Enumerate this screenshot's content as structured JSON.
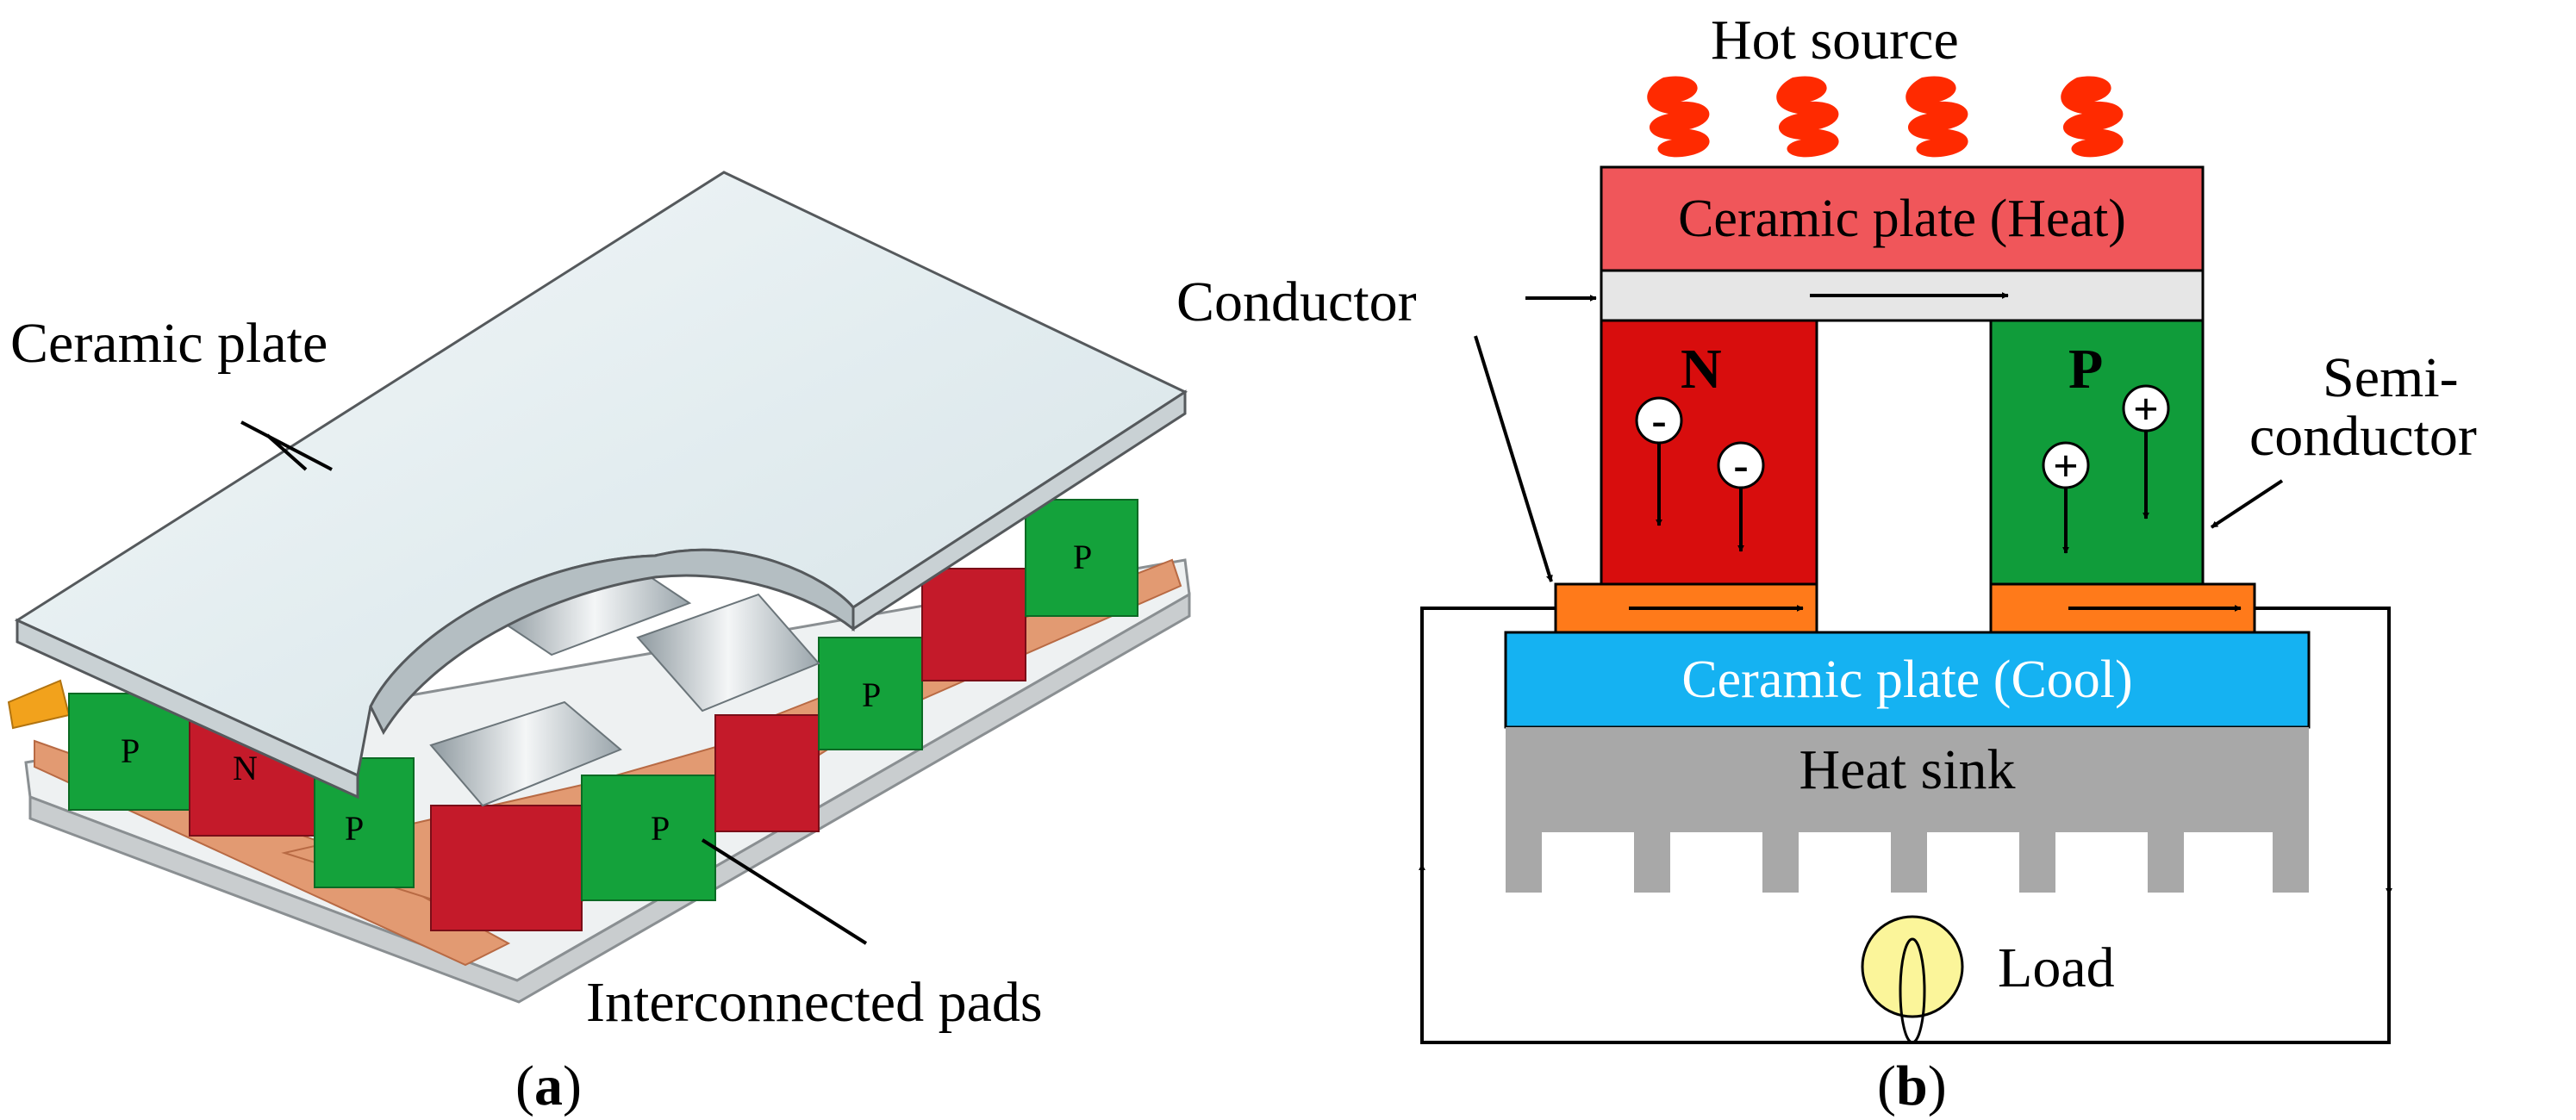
{
  "panel_a": {
    "ceramic_plate_label": "Ceramic plate",
    "pads_label": "Interconnected pads",
    "caption_open": "(",
    "caption_letter": "a",
    "caption_close": ")"
  },
  "panel_b": {
    "hot_source_label": "Hot source",
    "ceramic_heat_label": "Ceramic plate (Heat)",
    "conductor_label": "Conductor",
    "n_label": "N",
    "p_label": "P",
    "semiconductor_line1": "Semi-",
    "semiconductor_line2": "conductor",
    "ceramic_cool_label": "Ceramic plate (Cool)",
    "heat_sink_label": "Heat sink",
    "load_label": "Load",
    "minus_sign": "-",
    "plus_sign": "+",
    "caption_open": "(",
    "caption_letter": "b",
    "caption_close": ")"
  },
  "colors": {
    "flame": "#ff2a00",
    "ceramic_heat": "#f0565a",
    "conductor": "#e6e6e6",
    "n_block": "#d80d0d",
    "p_block": "#109c3a",
    "pad": "#ff7a1a",
    "ceramic_cool": "#15b2f2",
    "heat_sink": "#a8a8a8",
    "load": "#fbf59a"
  }
}
